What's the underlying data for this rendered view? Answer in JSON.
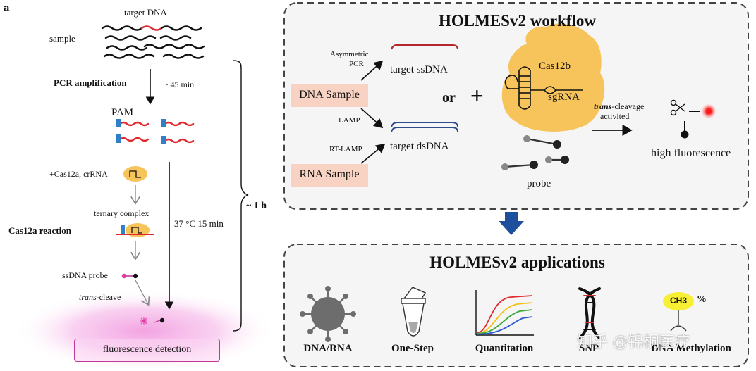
{
  "panel_letter": "a",
  "left": {
    "target_dna": "target DNA",
    "sample": "sample",
    "pcr_amplification": "PCR amplification",
    "pcr_time": "~ 45 min",
    "pam": "PAM",
    "cas12a_crrna": "+Cas12a, crRNA",
    "ternary_complex": "ternary complex",
    "cas12a_reaction": "Cas12a reaction",
    "reaction_conditions": "37 °C  15 min",
    "ssdna_probe": "ssDNA probe",
    "trans_prefix": "trans",
    "trans_suffix": "-cleave",
    "total_time": "~ 1 h",
    "fluorescence_detection": "fluorescence detection"
  },
  "workflow": {
    "title": "HOLMESv2 workflow",
    "dna_sample": "DNA Sample",
    "rna_sample": "RNA Sample",
    "asymmetric_pcr_line1": "Asymmetric",
    "asymmetric_pcr_line2": "PCR",
    "lamp": "LAMP",
    "rt_lamp": "RT-LAMP",
    "target_ssdna": "target ssDNA",
    "target_dsdna": "target dsDNA",
    "or": "or",
    "plus": "+",
    "cas12b": "Cas12b",
    "sgrna": "sgRNA",
    "probe": "probe",
    "trans_prefix": "trans",
    "trans_suffix": "-cleavage",
    "activited": "activited",
    "high_fluorescence": "high fluorescence"
  },
  "applications": {
    "title": "HOLMESv2 applications",
    "items": [
      "DNA/RNA",
      "One-Step",
      "Quantitation",
      "SNP",
      "DNA Methylation"
    ],
    "ch3": "CH3",
    "percent": "%"
  },
  "watermark": "知乎 @锦桐医疗",
  "colors": {
    "sample_box": "#f8d3c3",
    "cas_enzyme": "#f6c45a",
    "ssdna_red": "#b3282d",
    "dsdna_blue": "#2c4a8e",
    "dashed_border": "#444444",
    "down_arrow": "#1e4f9c",
    "glow_pink": "#f5a6e0",
    "detection_border": "#c0399a",
    "strand_red": "#e0282d",
    "pam_blue": "#2f7fc9"
  }
}
